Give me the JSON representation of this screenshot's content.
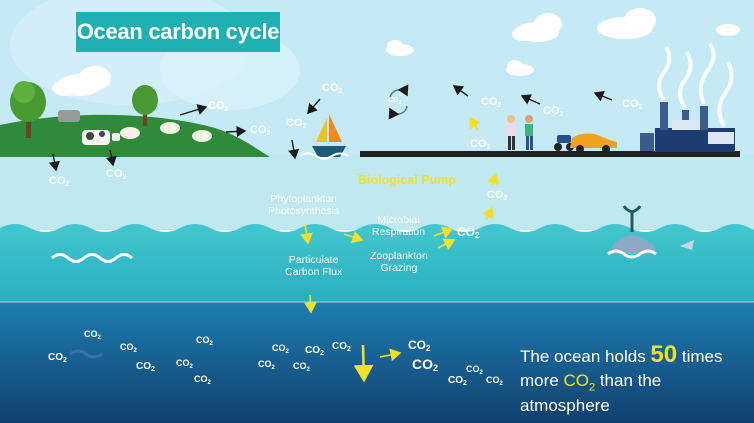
{
  "title": "Ocean carbon cycle",
  "co2_label": "CO",
  "co2_subscript": "2",
  "biological_pump": "Biological Pump",
  "processes": {
    "phytoplankton": "Phytoplankton\nPhotosynthesis",
    "microbial": "Microbial\nRespiration",
    "particulate": "Particulate\nCarbon Flux",
    "zooplankton": "Zooplankton\nGrazing"
  },
  "summary": {
    "prefix": "The ocean holds ",
    "number": "50",
    "suffix": " times",
    "line2_prefix": "more ",
    "line2_co": "CO",
    "line2_sub": "2",
    "line2_suffix": " than the atmosphere"
  },
  "colors": {
    "sky": "#c3e8f5",
    "surface_water": "#bfe7f0",
    "mid_water": "#33bcc8",
    "deep_water": "#1b6fa3",
    "deep_bottom": "#134d7e",
    "land": "#2f8a3a",
    "title_bg": "#1fb0b4",
    "accent_yellow": "#f0e02a"
  }
}
